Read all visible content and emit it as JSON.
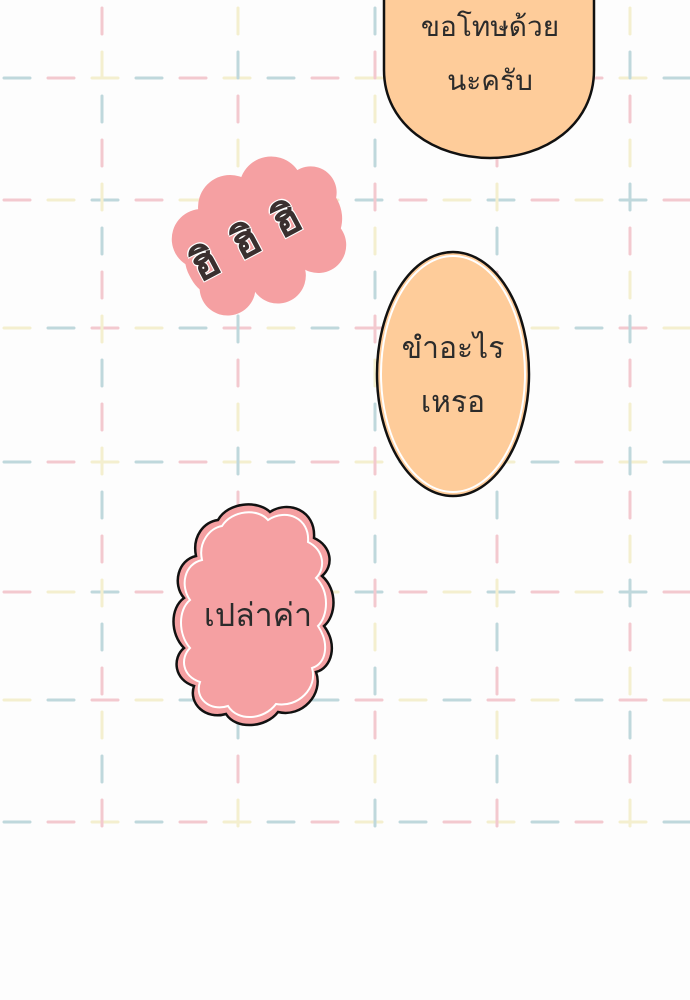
{
  "colors": {
    "background": "#fdfdfd",
    "orange_bubble": "#fecc9a",
    "pink_bubble": "#f5a0a2",
    "outline": "#111111",
    "grid_blue": "#bfd8dc",
    "grid_pink": "#f3c9cf",
    "grid_yellow": "#f4efcf"
  },
  "bubbles": {
    "apology": {
      "lines": [
        "ขอโทษด้วย",
        "นะครับ"
      ]
    },
    "question": {
      "lines": [
        "ขำอะไร",
        "เหรอ"
      ]
    },
    "laugh": {
      "text": "ฮิ ฮิ ฮิ"
    },
    "reply": {
      "text": "เปล่าค่า"
    }
  }
}
